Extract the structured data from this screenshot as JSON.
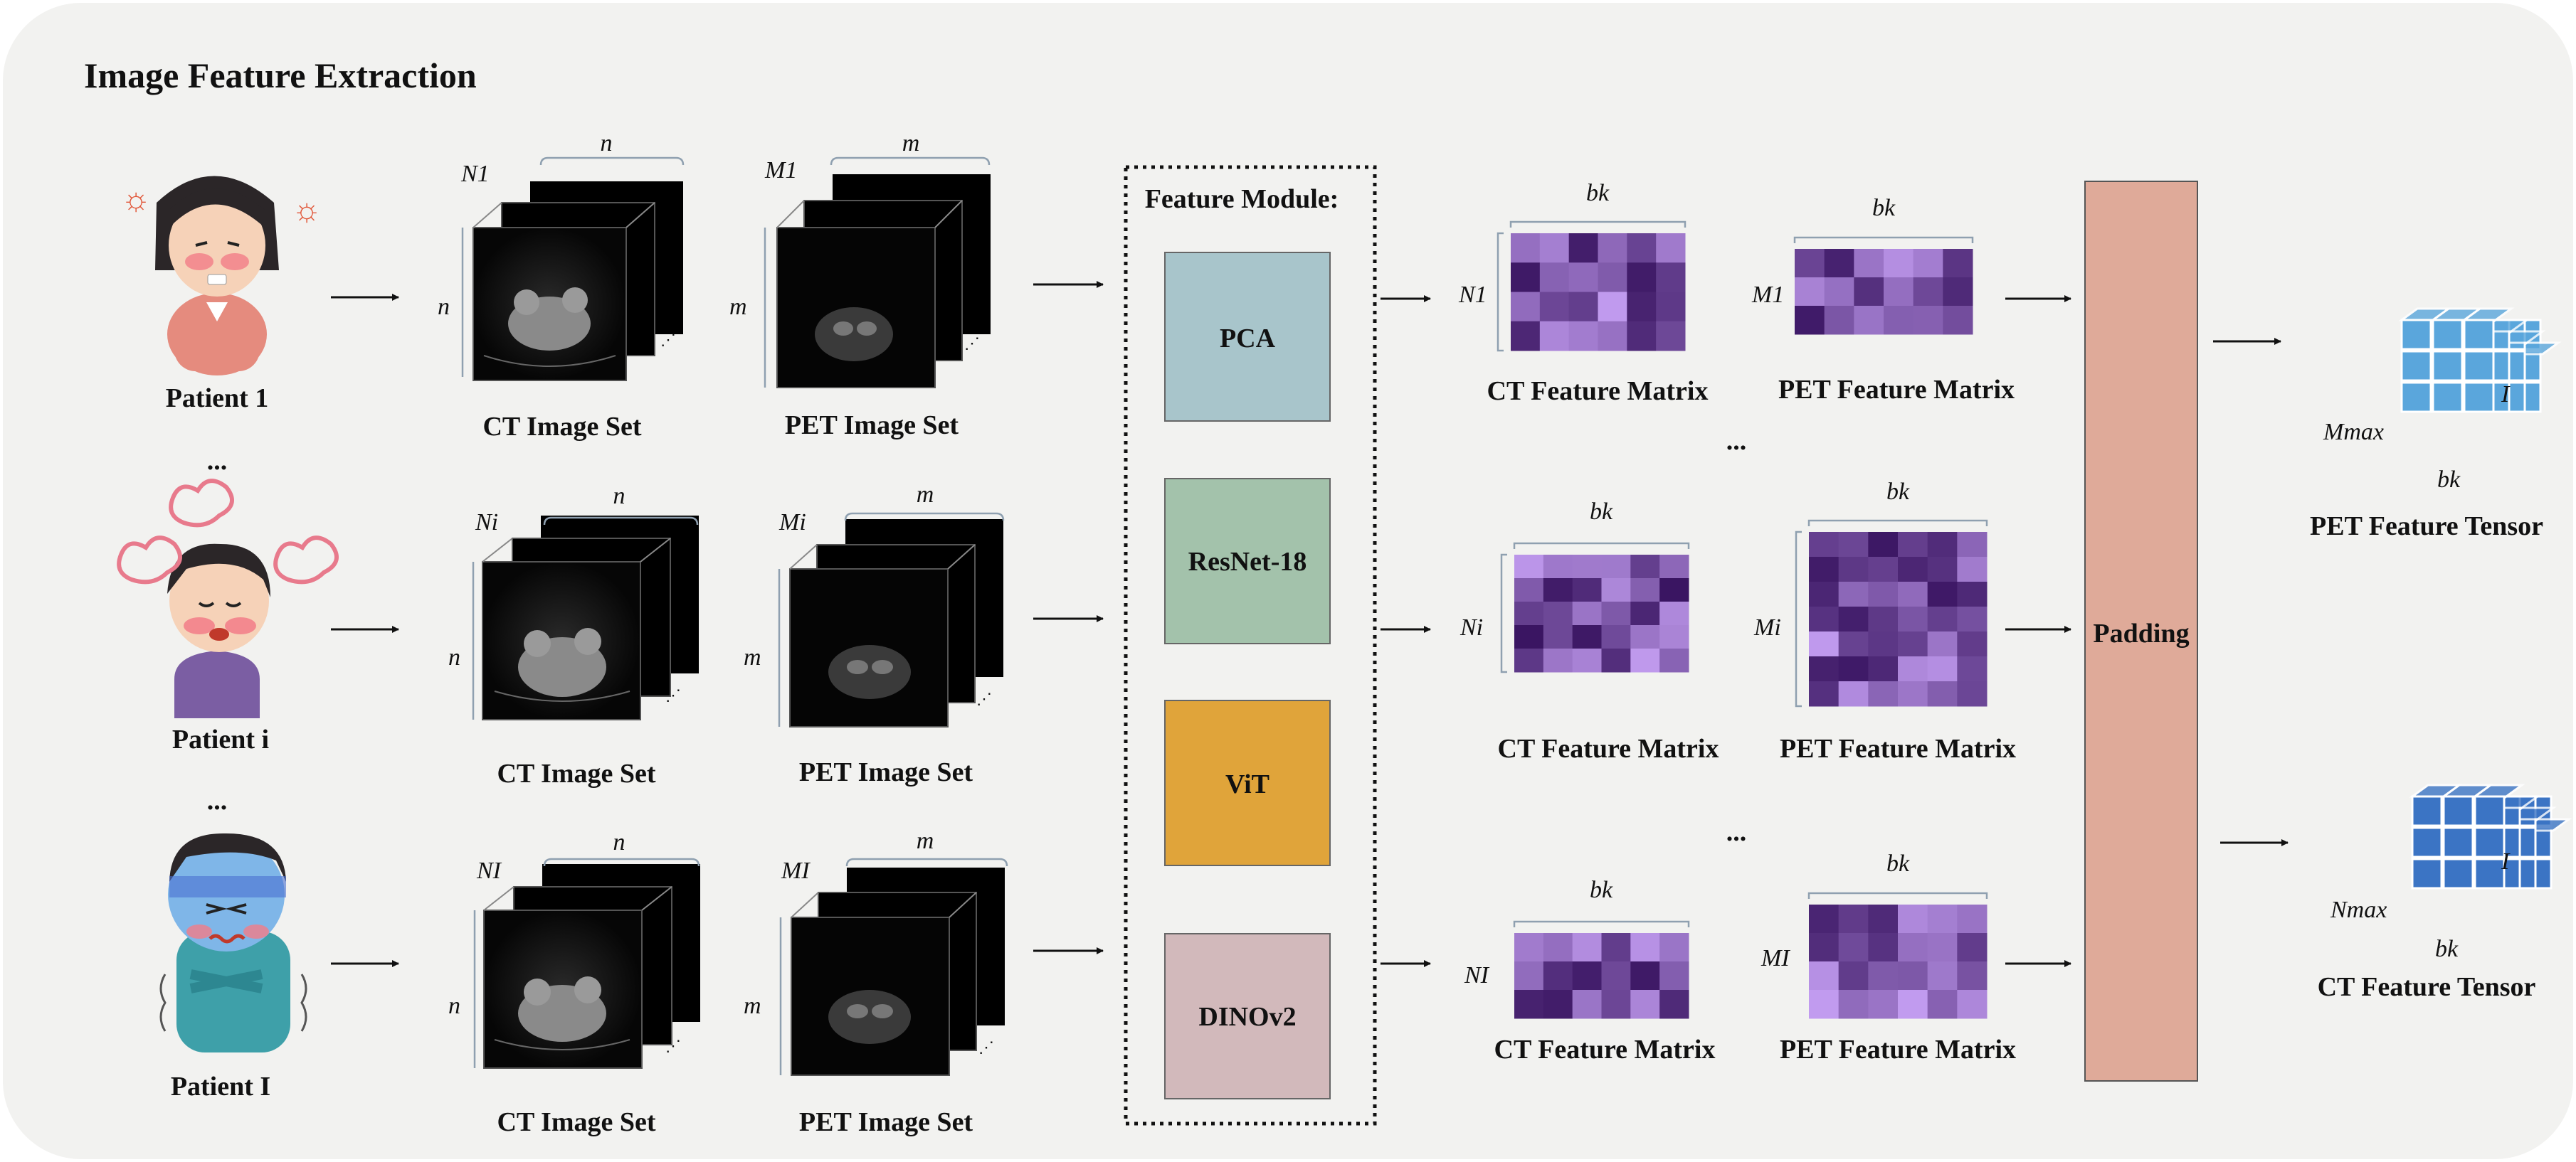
{
  "title": "Image Feature Extraction",
  "patients": [
    {
      "label": "Patient 1"
    },
    {
      "label": "Patient i"
    },
    {
      "label": "Patient I"
    }
  ],
  "ellipsis": "...",
  "ct_set_label": "CT Image Set",
  "pet_set_label": "PET Image Set",
  "ct_dims": [
    {
      "count": "N1",
      "width": "n",
      "height": "n"
    },
    {
      "count": "Ni",
      "width": "n",
      "height": "n"
    },
    {
      "count": "NI",
      "width": "n",
      "height": "n"
    }
  ],
  "pet_dims": [
    {
      "count": "M1",
      "width": "m",
      "height": "m"
    },
    {
      "count": "Mi",
      "width": "m",
      "height": "m"
    },
    {
      "count": "MI",
      "width": "m",
      "height": "m"
    }
  ],
  "feature_module": {
    "title": "Feature Module:",
    "blocks": [
      {
        "label": "PCA",
        "color": "#a8c5cb"
      },
      {
        "label": "ResNet-18",
        "color": "#a3c2ab"
      },
      {
        "label": "ViT",
        "color": "#e0a43a"
      },
      {
        "label": "DINOv2",
        "color": "#d2b9bb"
      }
    ]
  },
  "ct_matrix_label": "CT Feature Matrix",
  "pet_matrix_label": "PET Feature Matrix",
  "matrix_width_label": "bk",
  "ct_rows_labels": [
    "N1",
    "Ni",
    "NI"
  ],
  "pet_rows_labels": [
    "M1",
    "Mi",
    "MI"
  ],
  "padding": {
    "label": "Padding",
    "color": "#dfaa99"
  },
  "pet_tensor": {
    "label": "PET Feature Tensor",
    "depth": "Mmax",
    "width": "bk",
    "height": "I",
    "color": "#5aa6dc"
  },
  "ct_tensor": {
    "label": "CT Feature Tensor",
    "depth": "Nmax",
    "width": "bk",
    "height": "I",
    "color": "#3b74c4"
  },
  "colors": {
    "panel_bg": "#f2f2f0",
    "matrix_light": "#c29cf0",
    "matrix_dark": "#3a1562",
    "arrow": "#111111"
  }
}
